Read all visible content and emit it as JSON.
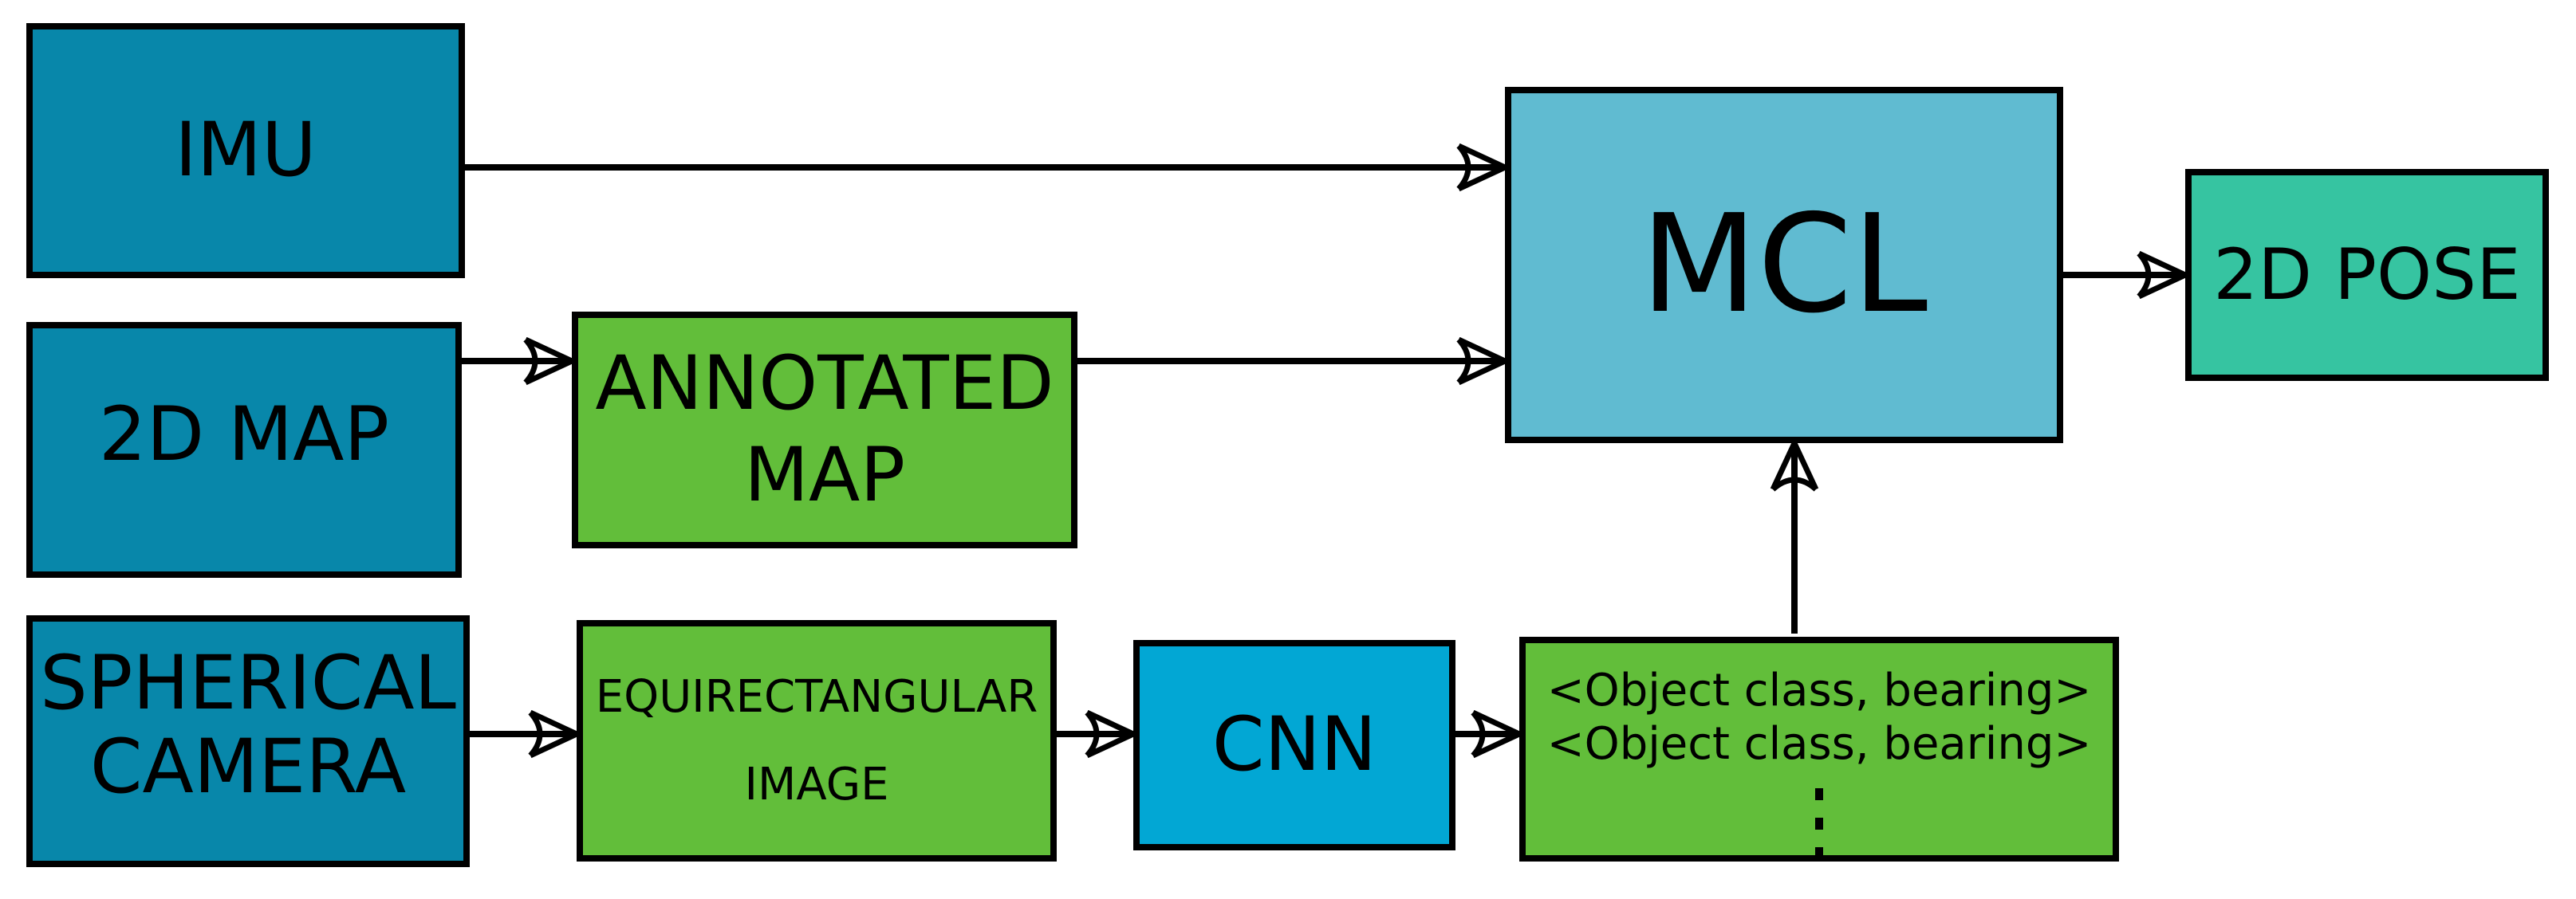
{
  "diagram": {
    "title_visible": false,
    "nodes": {
      "imu": {
        "label": "IMU"
      },
      "map_2d": {
        "label": "2D MAP"
      },
      "spherical_camera": {
        "lines": [
          "SPHERICAL",
          "CAMERA"
        ]
      },
      "annotated_map": {
        "lines": [
          "ANNOTATED",
          "MAP"
        ]
      },
      "equirect_image": {
        "lines": [
          "EQUIRECTANGULAR",
          "IMAGE"
        ]
      },
      "cnn": {
        "label": "CNN"
      },
      "detections": {
        "lines": [
          "<Object class, bearing>",
          "<Object class, bearing>"
        ],
        "ellipsis_symbol": "⋮"
      },
      "mcl": {
        "label": "MCL"
      },
      "pose_2d": {
        "label": "2D POSE"
      }
    },
    "edges": [
      {
        "from": "IMU",
        "to": "MCL"
      },
      {
        "from": "2D MAP",
        "to": "ANNOTATED MAP"
      },
      {
        "from": "ANNOTATED MAP",
        "to": "MCL"
      },
      {
        "from": "SPHERICAL CAMERA",
        "to": "EQUIRECTANGULAR IMAGE"
      },
      {
        "from": "EQUIRECTANGULAR IMAGE",
        "to": "CNN"
      },
      {
        "from": "CNN",
        "to": "OBJECT DETECTIONS"
      },
      {
        "from": "OBJECT DETECTIONS",
        "to": "MCL"
      },
      {
        "from": "MCL",
        "to": "2D POSE"
      }
    ],
    "arrowhead_style": "open-stealth",
    "colors": {
      "background": "#ffffff",
      "sensor_teal": "#0887AA",
      "data_green": "#62BE3A",
      "cnn_cyan": "#02A7D4",
      "mcl_lightblue": "#60BBD1",
      "pose_seagreen": "#36C4A1",
      "line_black": "#000000"
    }
  }
}
